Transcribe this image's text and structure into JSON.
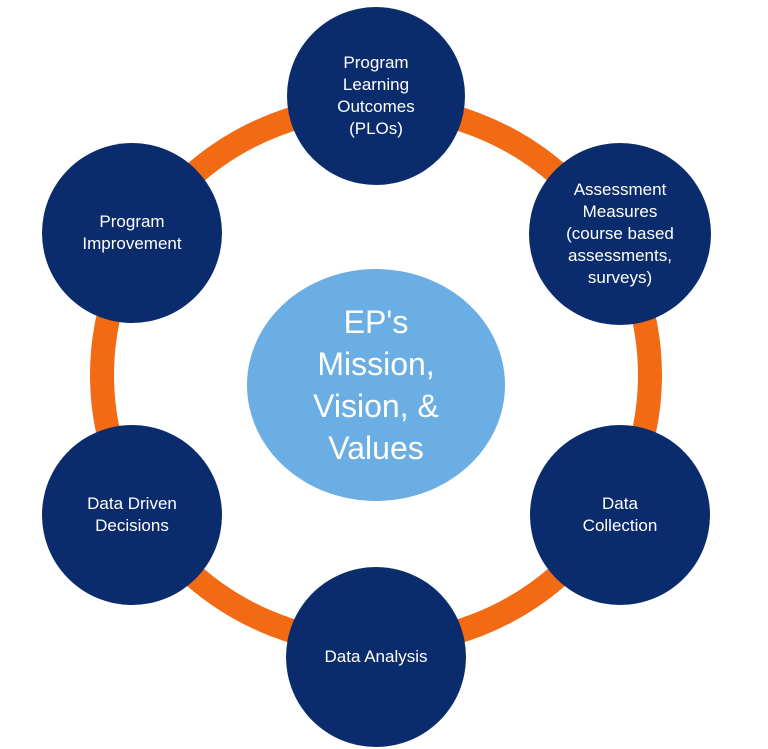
{
  "colors": {
    "node_fill": "#0b2c6c",
    "center_fill": "#6aaee3",
    "ring_stroke": "#f26a13",
    "text": "#ffffff",
    "background": "#ffffff"
  },
  "center": {
    "text": "EP's\nMission,\nVision, &\nValues"
  },
  "nodes": {
    "plos": "Program\nLearning\nOutcomes\n(PLOs)",
    "assessment": "Assessment\nMeasures\n(course based\nassessments,\nsurveys)",
    "collection": "Data\nCollection",
    "analysis": "Data Analysis",
    "decisions": "Data Driven\nDecisions",
    "improvement": "Program\nImprovement"
  }
}
